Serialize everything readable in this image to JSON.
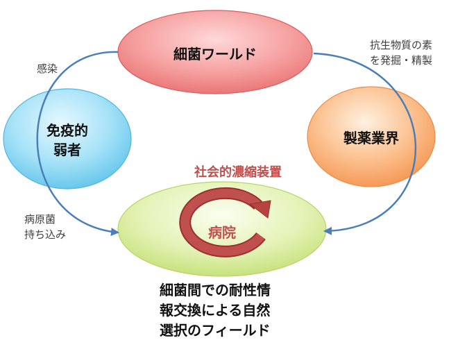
{
  "nodes": {
    "bacteria_world": {
      "label": "細菌ワールド"
    },
    "immunocompromised": {
      "label_line1": "免疫的",
      "label_line2": "弱者"
    },
    "pharma": {
      "label": "製薬業界"
    },
    "hospital": {
      "label": "病院",
      "overhead_title": "社会的濃縮装置"
    }
  },
  "edges": {
    "infection": {
      "label": "感染"
    },
    "pathogen_carry_in": {
      "label_line1": "病原菌",
      "label_line2": "持ち込み"
    },
    "antibiotic_discovery": {
      "label_line1": "抗生物質の素",
      "label_line2": "を発掘・精製"
    }
  },
  "description": {
    "line1": "細菌間での耐性情",
    "line2": "報交換による自然",
    "line3": "選択のフィールド"
  },
  "colors": {
    "arrow": "#4a7ebb",
    "cycle_arrow": "#c0504d",
    "bacteria_fill": "#f28a8a",
    "immuno_fill": "#8fd6f0",
    "pharma_fill": "#f7a96a",
    "hospital_fill": "#d7ec9a"
  }
}
